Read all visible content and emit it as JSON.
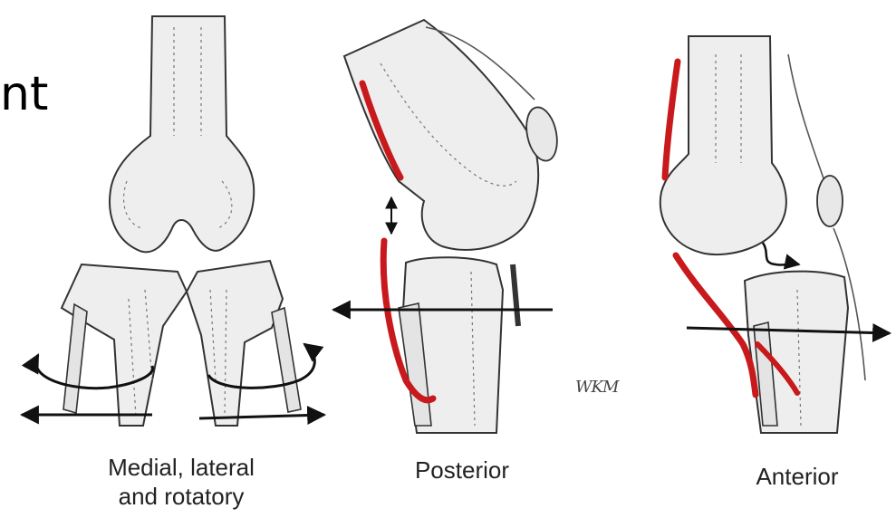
{
  "slide": {
    "title_fragment": "nt"
  },
  "panels": [
    {
      "caption_line1": "Medial, lateral",
      "caption_line2": "and rotatory"
    },
    {
      "caption": "Posterior"
    },
    {
      "caption": "Anterior"
    }
  ],
  "artist_signature": "WKM",
  "colors": {
    "ligament": "#c8191c",
    "bone_fill": "#eeeeee",
    "outline": "#333333",
    "arrow": "#111111"
  }
}
